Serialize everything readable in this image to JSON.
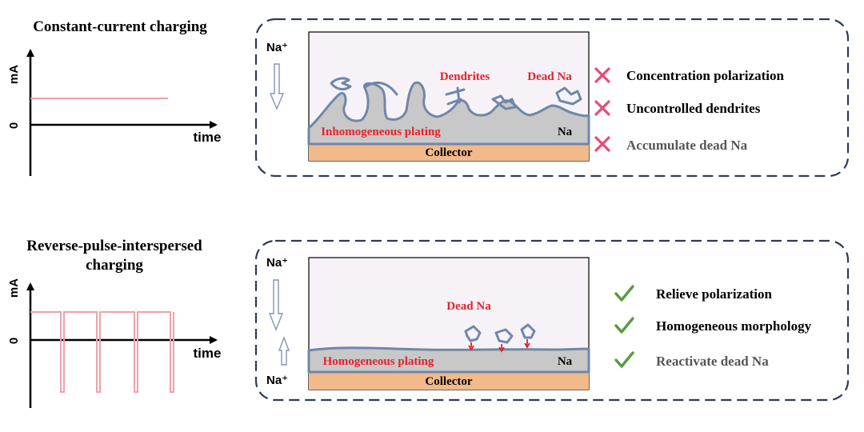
{
  "colors": {
    "red_label": "#e8202a",
    "pulse": "#f2a0a8",
    "panel_border": "#2b3a5c",
    "collector": "#f2b98a",
    "na_layer": "#c8c8c8",
    "dendrite": "#6f87a8",
    "cross": "#e84a78",
    "check": "#5a9a3c",
    "gray_text": "#555555"
  },
  "top": {
    "title": "Constant-current charging",
    "graph": {
      "ylabel": "mA",
      "zero": "0",
      "xlabel": "time"
    },
    "ion_label": "Na⁺",
    "labels": {
      "dendrites": "Dendrites",
      "dead_na": "Dead Na",
      "plating": "Inhomogeneous plating",
      "na": "Na",
      "collector": "Collector"
    },
    "issues": [
      {
        "icon": "cross-icon",
        "text": "Concentration polarization"
      },
      {
        "icon": "cross-icon",
        "text": "Uncontrolled dendrites"
      },
      {
        "icon": "cross-icon",
        "text": "Accumulate dead Na"
      }
    ]
  },
  "bottom": {
    "title_line1": "Reverse-pulse-interspersed",
    "title_line2": "charging",
    "graph": {
      "ylabel": "mA",
      "zero": "0",
      "xlabel": "time"
    },
    "ion_label_top": "Na⁺",
    "ion_label_bottom": "Na⁺",
    "labels": {
      "dead_na": "Dead Na",
      "plating": "Homogeneous plating",
      "na": "Na",
      "collector": "Collector"
    },
    "benefits": [
      {
        "icon": "check-icon",
        "text": "Relieve polarization"
      },
      {
        "icon": "check-icon",
        "text": "Homogeneous morphology"
      },
      {
        "icon": "check-icon",
        "text": "Reactivate dead Na"
      }
    ]
  }
}
